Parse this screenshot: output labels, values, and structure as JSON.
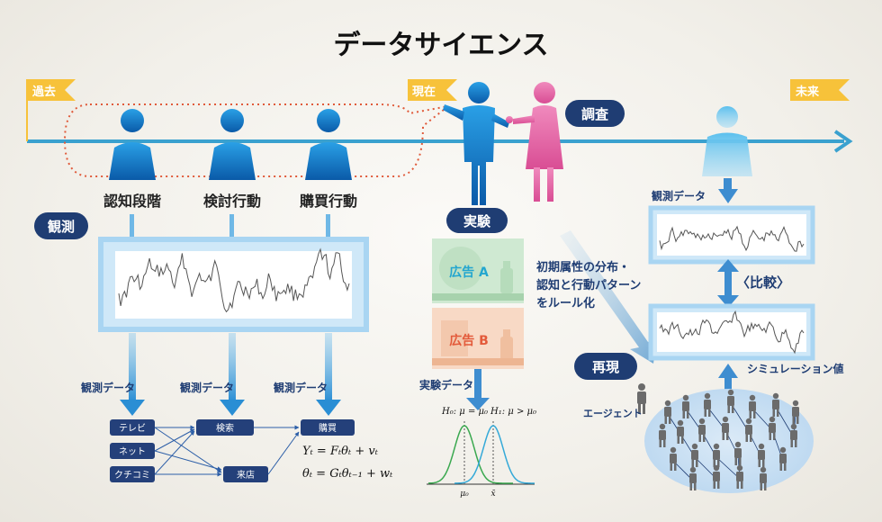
{
  "title": "データサイエンス",
  "flags": {
    "past": "過去",
    "present": "現在",
    "future": "未来"
  },
  "stages": {
    "cognition": "認知段階",
    "consideration": "検討行動",
    "purchase": "購買行動"
  },
  "badges": {
    "observation": "観測",
    "experiment": "実験",
    "survey": "調査",
    "reproduction": "再現"
  },
  "obs_labels": {
    "a": "観測データ",
    "b": "観測データ",
    "c": "観測データ"
  },
  "experiment": {
    "ad_a": "広告 A",
    "ad_b": "広告 B",
    "data_label": "実験データ"
  },
  "hypothesis": {
    "h0": "H₀: μ = μ₀",
    "h1": "H₁: μ > μ₀",
    "mu0": "μ₀",
    "xbar": "x̄"
  },
  "network": {
    "tv": "テレビ",
    "net": "ネット",
    "wom": "クチコミ",
    "search": "検索",
    "visit": "来店",
    "buy": "購買"
  },
  "equations": {
    "eq1": "Yₜ = Fₜθₜ + vₜ",
    "eq2": "θₜ = Gₜθₜ₋₁ + wₜ"
  },
  "right": {
    "obs_label": "観測データ",
    "compare": "〈比較〉",
    "sim_value": "シミュレーション値",
    "agent": "エージェント",
    "rule_line1": "初期属性の分布・",
    "rule_line2": "認知と行動パターン",
    "rule_line3": "をルール化"
  },
  "colors": {
    "timeline": "#3aa1cf",
    "person_blue": "#1a7fc9",
    "person_pink": "#e86aa8",
    "badge": "#1f3d73",
    "flag": "#f7c23a",
    "dotted": "#e05a3a",
    "chart_bg": "#d6eefc",
    "green": "#3aa84f",
    "cyan": "#34a9d8"
  }
}
